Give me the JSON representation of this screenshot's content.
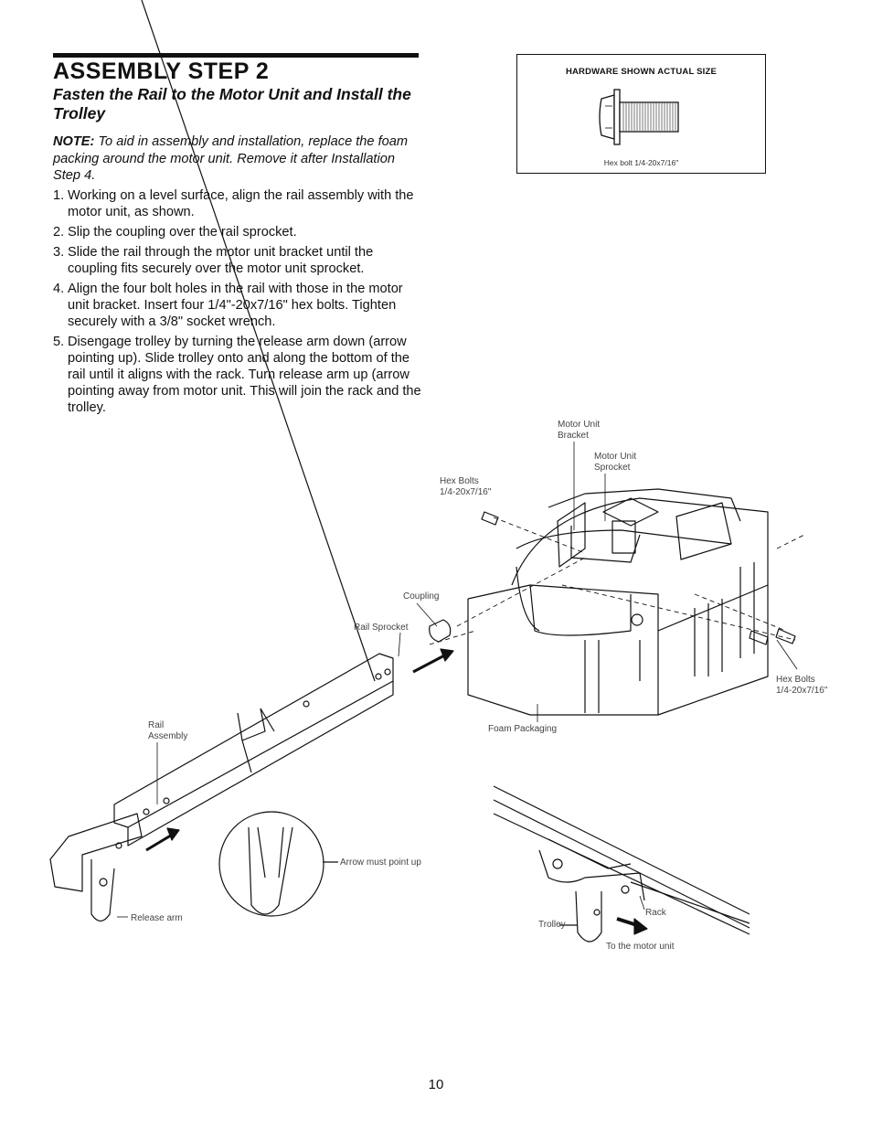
{
  "header": {
    "title": "ASSEMBLY STEP 2",
    "subtitle": "Fasten the Rail to the Motor Unit and Install the Trolley"
  },
  "note": {
    "label": "NOTE:",
    "text": "To aid in assembly and installation, replace the foam packing around the motor unit. Remove it after Installation Step 4."
  },
  "steps": [
    {
      "num": "1.",
      "text": "Working on a level surface, align the rail assembly with the motor unit, as shown."
    },
    {
      "num": "2.",
      "text": "Slip the coupling over the rail sprocket."
    },
    {
      "num": "3.",
      "text": "Slide the rail through the motor unit bracket until the coupling fits securely over the motor unit sprocket."
    },
    {
      "num": "4.",
      "text": "Align the four bolt holes in the rail with those in the motor unit bracket. Insert four 1/4\"-20x7/16\" hex bolts. Tighten securely with a 3/8\" socket wrench."
    },
    {
      "num": "5.",
      "text": "Disengage trolley by turning the release arm down (arrow pointing up). Slide trolley onto and along the bottom of the rail until it aligns with the rack. Turn release arm up (arrow pointing away from motor unit. This will join the rack and the trolley."
    }
  ],
  "hardware": {
    "title": "HARDWARE SHOWN ACTUAL SIZE",
    "caption": "Hex bolt 1/4-20x7/16\""
  },
  "labels": {
    "motor_unit_bracket_1": "Motor Unit",
    "motor_unit_bracket_2": "Bracket",
    "motor_unit_sprocket_1": "Motor Unit",
    "motor_unit_sprocket_2": "Sprocket",
    "hex_bolts_left_1": "Hex Bolts",
    "hex_bolts_left_2": "1/4-20x7/16\"",
    "hex_bolts_right_1": "Hex Bolts",
    "hex_bolts_right_2": "1/4-20x7/16\"",
    "coupling": "Coupling",
    "rail_sprocket": "Rail Sprocket",
    "rail_assembly_1": "Rail",
    "rail_assembly_2": "Assembly",
    "foam_packaging": "Foam Packaging",
    "arrow_must_point_up": "Arrow must point up",
    "release_arm": "Release arm",
    "rack": "Rack",
    "trolley": "Trolley",
    "to_the_motor_unit": "To the motor unit"
  },
  "page_number": "10"
}
